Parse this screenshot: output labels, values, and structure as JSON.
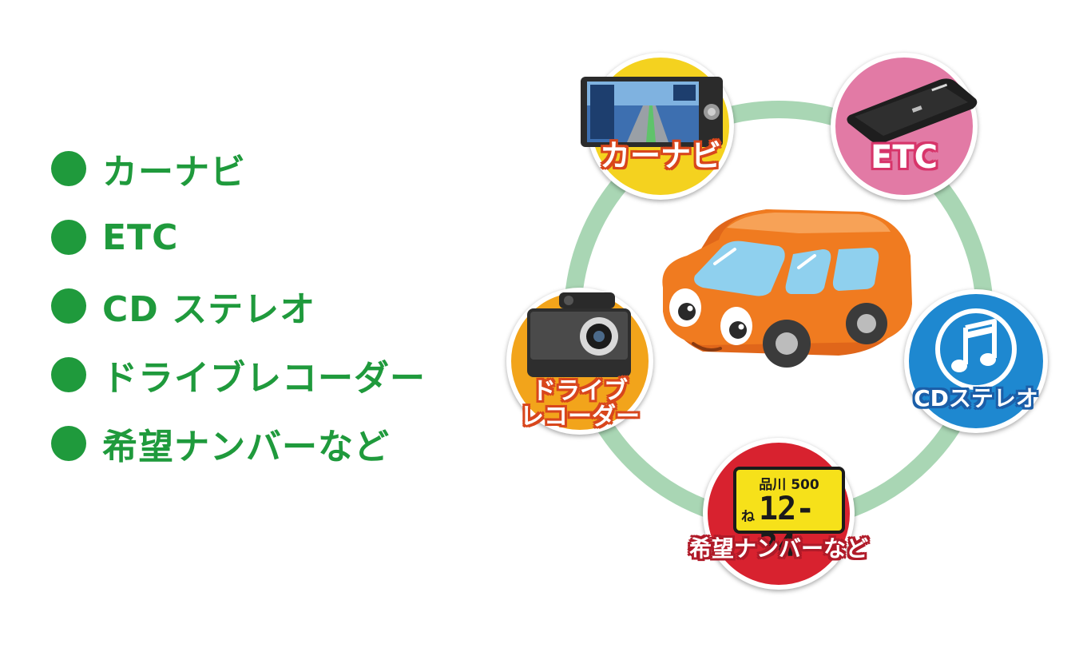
{
  "features": [
    {
      "label": "カーナビ"
    },
    {
      "label": "ETC"
    },
    {
      "label": "CD ステレオ"
    },
    {
      "label": "ドライブレコーダー"
    },
    {
      "label": "希望ナンバーなど"
    }
  ],
  "diagram": {
    "car_navi_label": "カーナビ",
    "etc_label": "ETC",
    "cd_stereo_label": "CDステレオ",
    "drive_recorder_label_line1": "ドライブ",
    "drive_recorder_label_line2": "レコーダー",
    "number_plate_label": "希望ナンバーなど",
    "plate": {
      "region": "品川 500",
      "kana": "ね",
      "number": "12-34"
    },
    "icons": {
      "car": "car-icon",
      "navigation": "navigation-unit-icon",
      "etc": "etc-device-icon",
      "music": "music-note-icon",
      "camera": "dashcam-icon"
    }
  },
  "colors": {
    "bullet_text": "#1f9a3c",
    "ring": "#a9d6b4",
    "navi_circle": "#f4d21f",
    "etc_circle": "#e27aa5",
    "cd_circle": "#1e88d0",
    "recorder_circle": "#f2a41b",
    "plate_circle": "#d8222f",
    "car_body": "#f07b20"
  }
}
